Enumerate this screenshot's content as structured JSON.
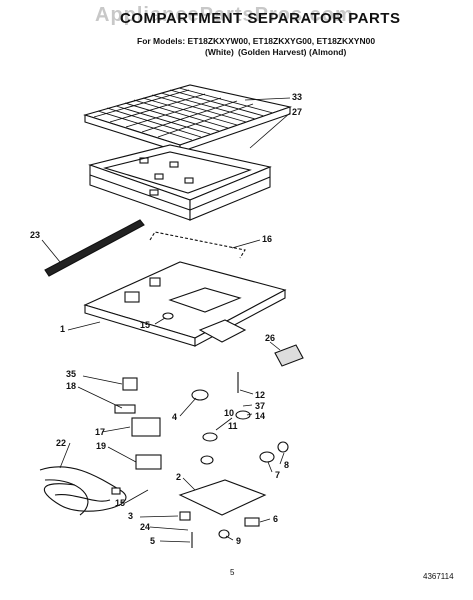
{
  "watermark": "AppliancePartsPros.com",
  "title": "COMPARTMENT SEPARATOR PARTS",
  "models_line": "For Models: ET18ZKXYW00, ET18ZKXYG00, ET18ZKXYN00",
  "variants": [
    "(White)",
    "(Golden Harvest)",
    "(Almond)"
  ],
  "page_number": "5",
  "doc_number": "4367114",
  "callouts": {
    "c33": "33",
    "c27": "27",
    "c23": "23",
    "c16": "16",
    "c1": "1",
    "c15a": "15",
    "c26": "26",
    "c35": "35",
    "c18": "18",
    "c12": "12",
    "c37": "37",
    "c4": "4",
    "c10": "10",
    "c14": "14",
    "c11": "11",
    "c17": "17",
    "c22": "22",
    "c19": "19",
    "c8": "8",
    "c7": "7",
    "c2": "2",
    "c15b": "15",
    "c3": "3",
    "c24": "24",
    "c5": "5",
    "c9": "9",
    "c6": "6"
  }
}
